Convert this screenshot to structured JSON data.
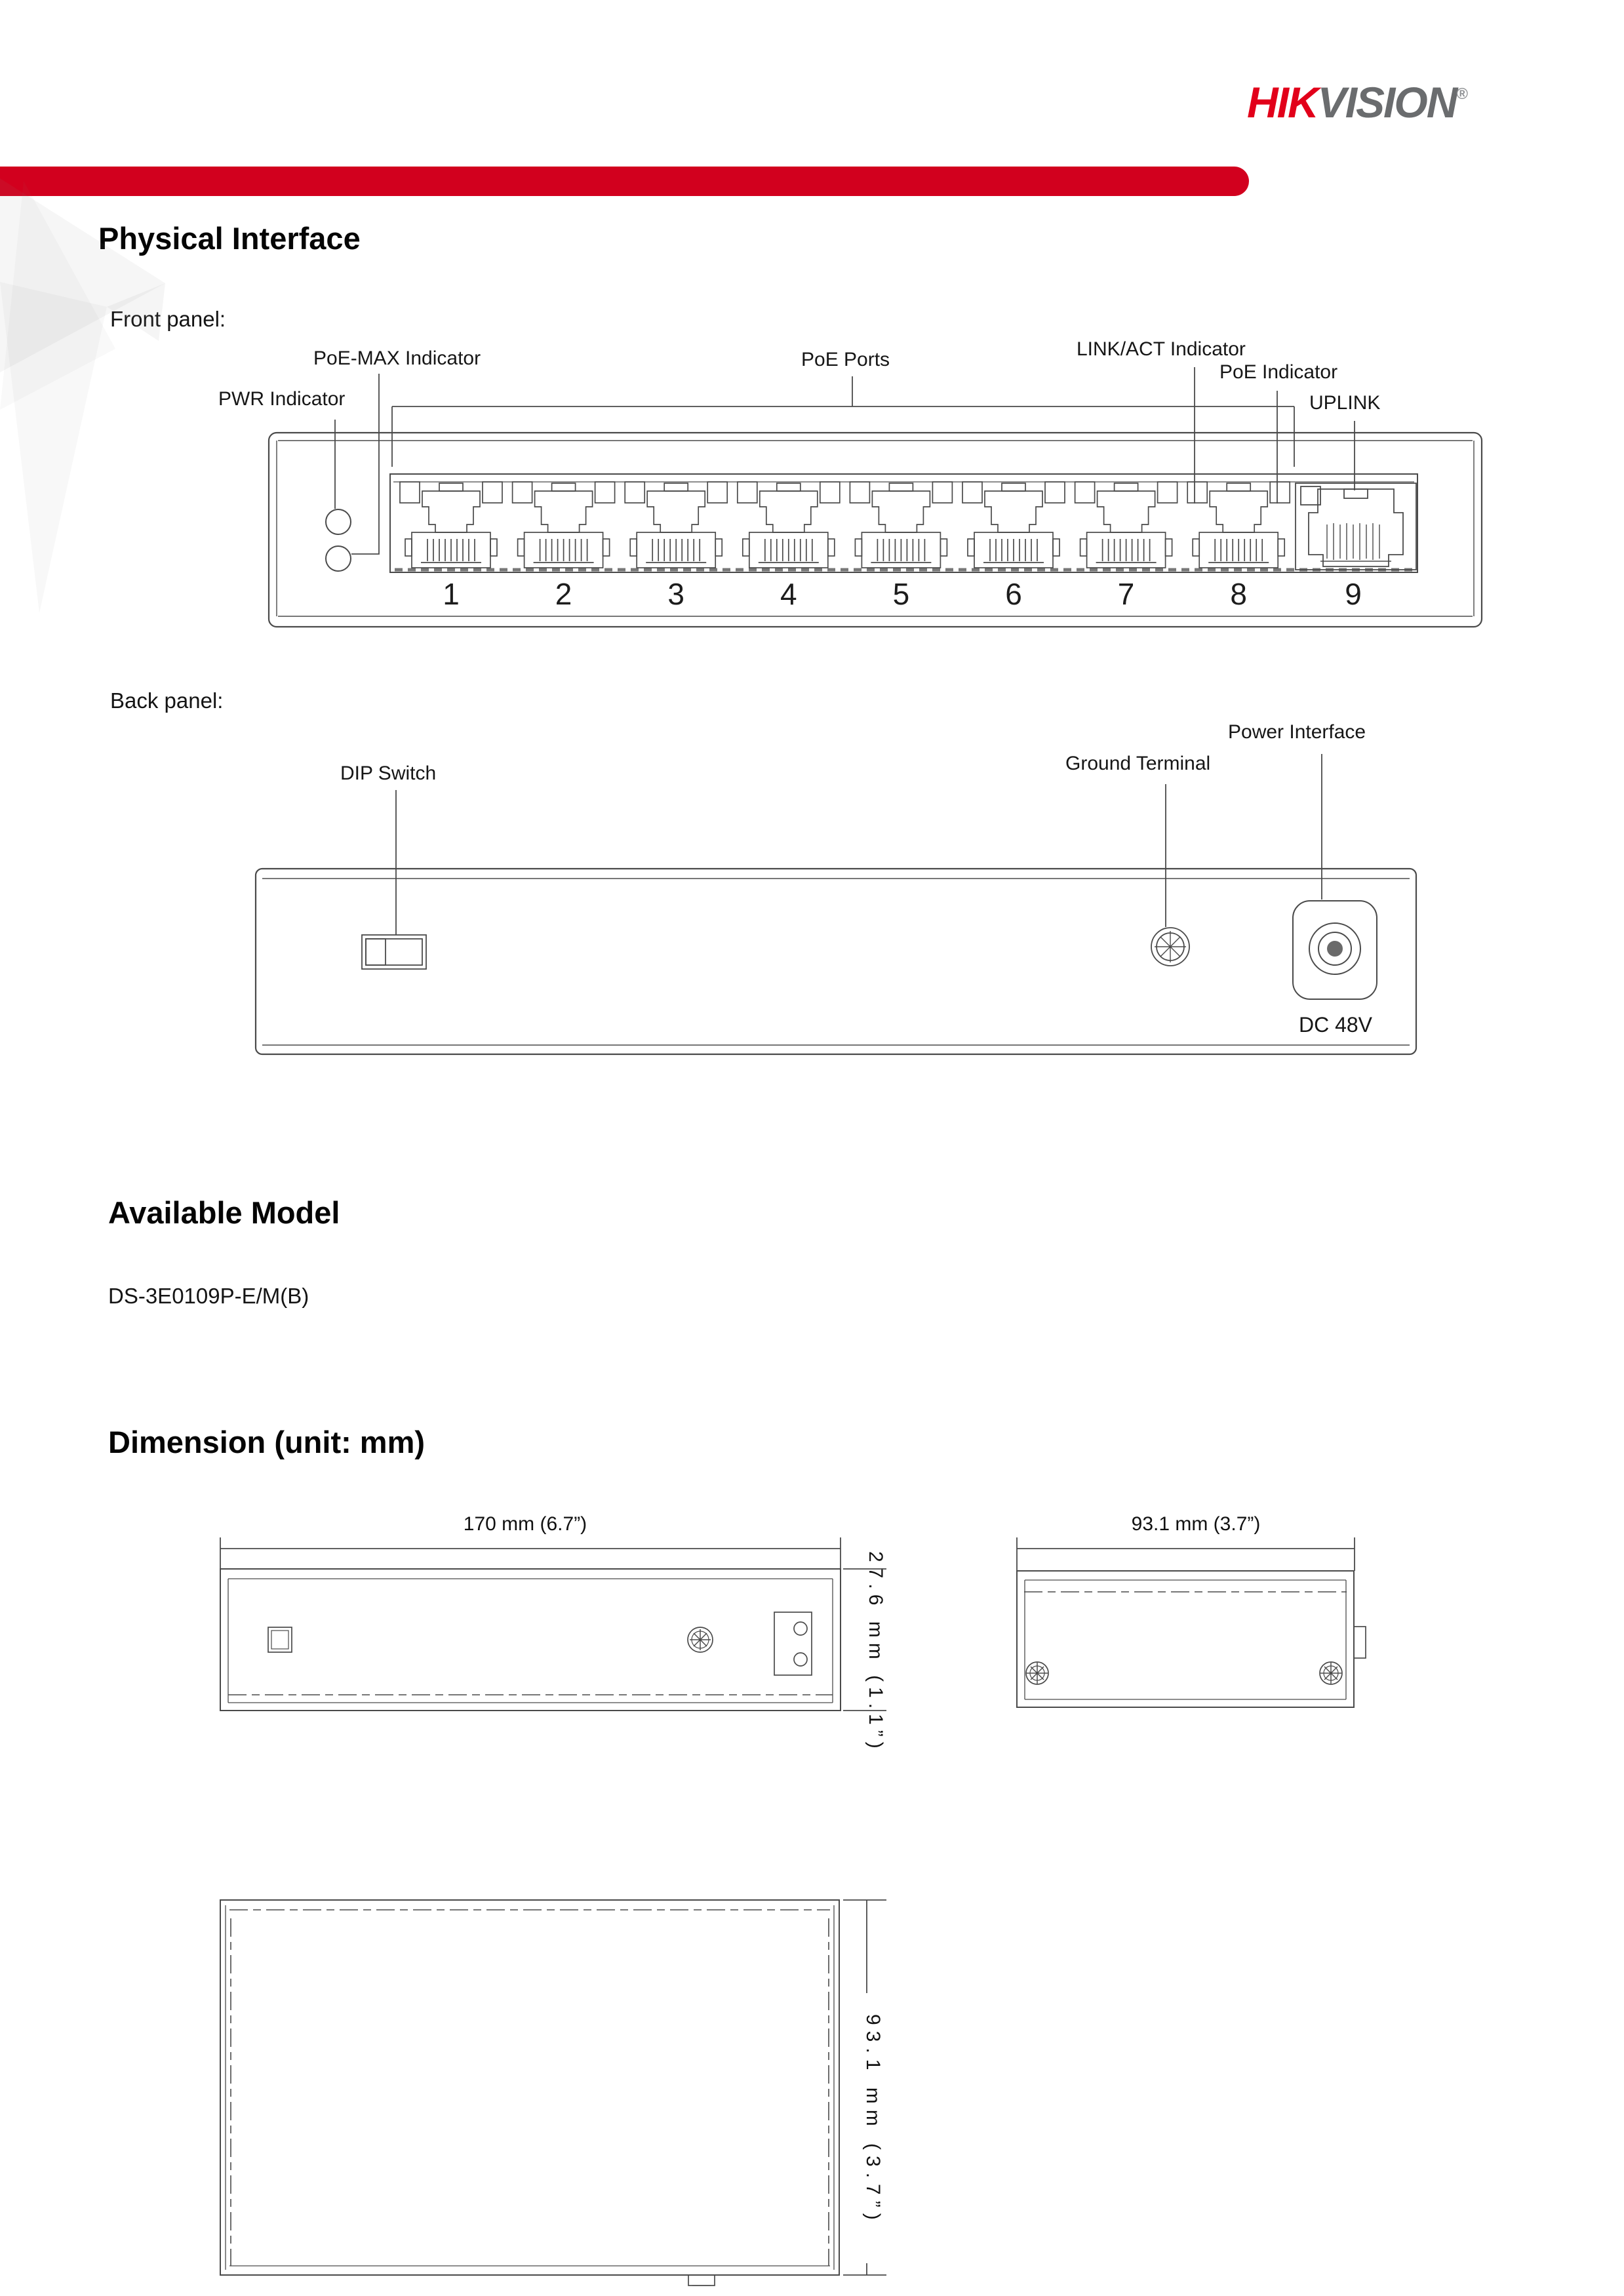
{
  "header": {
    "logo_hik": "HIK",
    "logo_vision": "VISION",
    "logo_reg": "®"
  },
  "colors": {
    "accent_red": "#D2001E",
    "logo_red": "#E2001A",
    "logo_gray": "#6A6C6E"
  },
  "physical_interface": {
    "title": "Physical Interface",
    "front_panel": {
      "label": "Front panel:",
      "callout_poe_max": "PoE-MAX Indicator",
      "callout_pwr": "PWR Indicator",
      "callout_poe_ports": "PoE Ports",
      "callout_link_act": "LINK/ACT Indicator",
      "callout_poe": "PoE Indicator",
      "callout_uplink": "UPLINK",
      "port_numbers": [
        "1",
        "2",
        "3",
        "4",
        "5",
        "6",
        "7",
        "8",
        "9"
      ]
    },
    "back_panel": {
      "label": "Back panel:",
      "callout_dip": "DIP Switch",
      "callout_ground": "Ground Terminal",
      "callout_power": "Power Interface",
      "power_label": "DC 48V"
    }
  },
  "available_model": {
    "title": "Available Model",
    "model": "DS-3E0109P-E/M(B)"
  },
  "dimension": {
    "title": "Dimension (unit: mm)",
    "width_label": "170 mm (6.7”)",
    "height_label": "27.6 mm (1.1”)",
    "depth_label": "93.1 mm (3.7”)",
    "depth_label_side": "93.1 mm (3.7”)"
  }
}
